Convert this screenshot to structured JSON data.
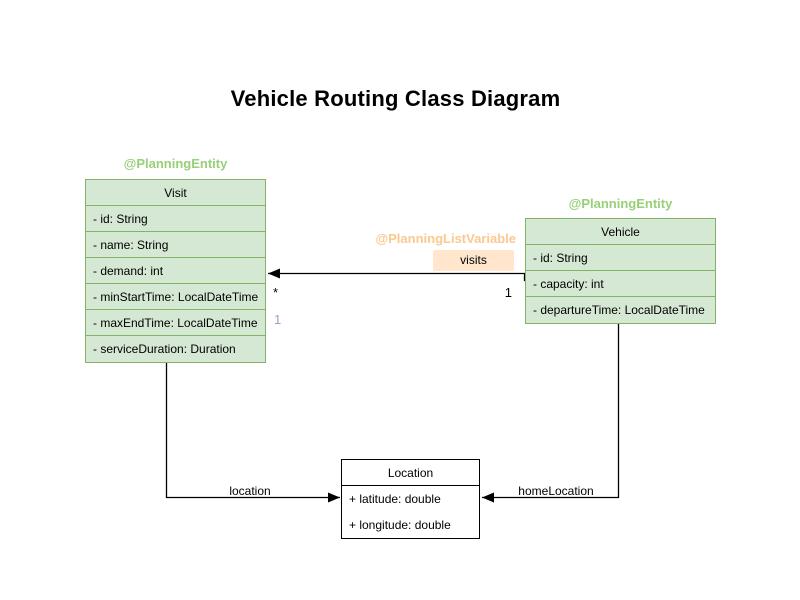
{
  "title": "Vehicle Routing Class Diagram",
  "colors": {
    "entity_fill": "#d5e8d4",
    "entity_stroke": "#82b366",
    "annotation_green": "#97d077",
    "annotation_orange": "#fbc890",
    "visits_label_fill": "#ffe6cc",
    "index_purple": "#b292c8",
    "plain_class_fill": "#ffffff",
    "plain_class_stroke": "#000000",
    "edge_color": "#000000"
  },
  "classes": {
    "visit": {
      "annotation": "@PlanningEntity",
      "name": "Visit",
      "attributes": [
        "- id: String",
        "- name: String",
        "- demand: int",
        "- minStartTime: LocalDateTime",
        "- maxEndTime: LocalDateTime",
        "- serviceDuration: Duration"
      ]
    },
    "vehicle": {
      "annotation": "@PlanningEntity",
      "name": "Vehicle",
      "attributes": [
        "- id: String",
        "- capacity: int",
        "- departureTime: LocalDateTime"
      ]
    },
    "location": {
      "name": "Location",
      "attributes": [
        "+ latitude: double",
        "+ longitude: double"
      ]
    }
  },
  "edges": {
    "visits": {
      "annotation": "@PlanningListVariable",
      "label": "visits",
      "source_multiplicity": "1",
      "target_multiplicity": "*",
      "index_label": "1"
    },
    "location": {
      "label": "location"
    },
    "home_location": {
      "label": "homeLocation"
    }
  }
}
